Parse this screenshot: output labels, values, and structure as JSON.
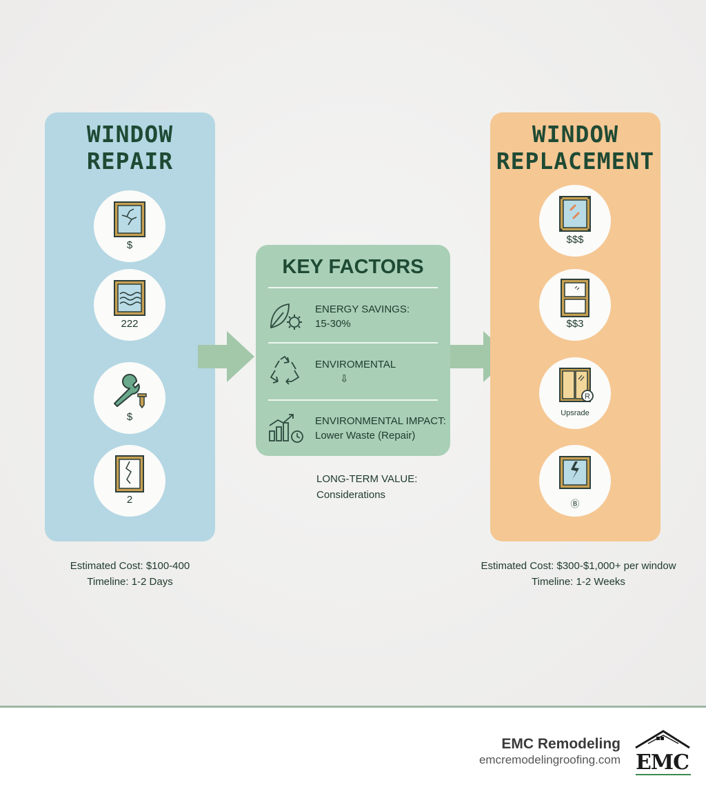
{
  "repair": {
    "title_line1": "WINDOW",
    "title_line2": "REPAIR",
    "items": [
      {
        "icon": "cracked-window-icon",
        "label": "$"
      },
      {
        "icon": "window-draft-icon",
        "label": "222"
      },
      {
        "icon": "wrench-screw-icon",
        "label": "$"
      },
      {
        "icon": "cracked-frame-icon",
        "label": "2"
      }
    ],
    "cost": "Estimated Cost: $100-400",
    "timeline": "Timeline: 1-2 Days"
  },
  "replacement": {
    "title_line1": "WINDOW",
    "title_line2": "REPLACEMENT",
    "items": [
      {
        "icon": "new-window-icon",
        "label": "$$$"
      },
      {
        "icon": "double-hung-window-icon",
        "label": "$$3"
      },
      {
        "icon": "sliding-window-icon",
        "label": "Upsrade"
      },
      {
        "icon": "broken-glass-window-icon",
        "label": "Ⓑ"
      }
    ],
    "cost": "Estimated Cost: $300-$1,000+ per window",
    "timeline": "Timeline: 1-2 Weeks"
  },
  "key_factors": {
    "title": "KEY FACTORS",
    "factors": [
      {
        "icon": "leaf-gear-icon",
        "line1": "ENERGY SAVINGS:",
        "line2": "15-30%"
      },
      {
        "icon": "recycle-icon",
        "line1": "ENVIROMENTAL",
        "line2": "⇩"
      },
      {
        "icon": "growth-chart-icon",
        "line1": "ENVIRONMENTAL IMPACT:",
        "line2": "Lower Waste (Repair)"
      }
    ],
    "below_line1": "LONG-TERM VALUE:",
    "below_line2": "Considerations"
  },
  "footer": {
    "brand": "EMC Remodeling",
    "url": "emcremodelingroofing.com",
    "logo_text": "EMC"
  },
  "colors": {
    "repair_panel": "#b4d7e3",
    "replacement_panel": "#f5c793",
    "key_factors_box": "#a9cfb7",
    "arrow": "#a3c7a9",
    "heading": "#1e4a34"
  }
}
